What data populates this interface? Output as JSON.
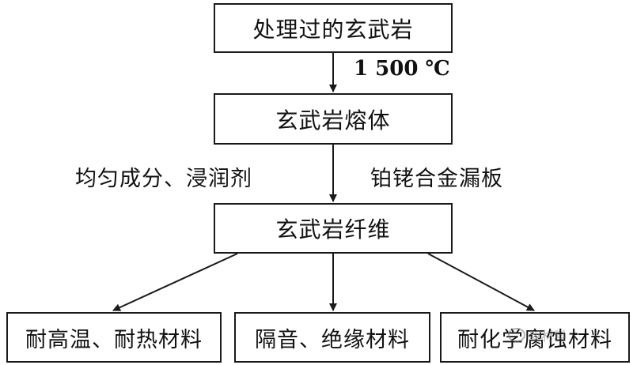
{
  "nodes": {
    "top": "处理过的玄武岩",
    "melt": "玄武岩熔体",
    "fiber": "玄武岩纤维",
    "out1": "耐高温、耐热材料",
    "out2": "隔音、绝缘材料",
    "out3": "耐化学腐蚀材料"
  },
  "edge_labels": {
    "temperature": "1 500 ℃",
    "left": "均匀成分、浸润剂",
    "right": "铂铑合金漏板"
  },
  "watermark": {
    "text": "新材料"
  }
}
